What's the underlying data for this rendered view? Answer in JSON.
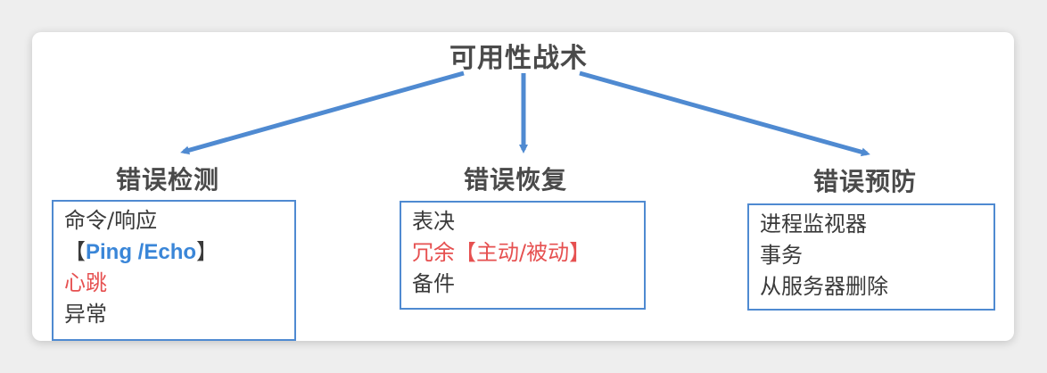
{
  "root": {
    "title": "可用性战术"
  },
  "branches": [
    {
      "title": "错误检测",
      "items": [
        "命令/响应",
        "【",
        "Ping /Echo",
        "】",
        "心跳",
        "异常"
      ]
    },
    {
      "title": "错误恢复",
      "items": [
        "表决",
        "冗余",
        "【主动/被动】",
        "备件"
      ]
    },
    {
      "title": "错误预防",
      "items": [
        "进程监视器",
        "事务",
        "从服务器删除"
      ]
    }
  ],
  "colors": {
    "arrow": "#4f8ad1",
    "box_border": "#4f8ad1",
    "highlight_red": "#e65050",
    "highlight_blue": "#3a86d8"
  }
}
